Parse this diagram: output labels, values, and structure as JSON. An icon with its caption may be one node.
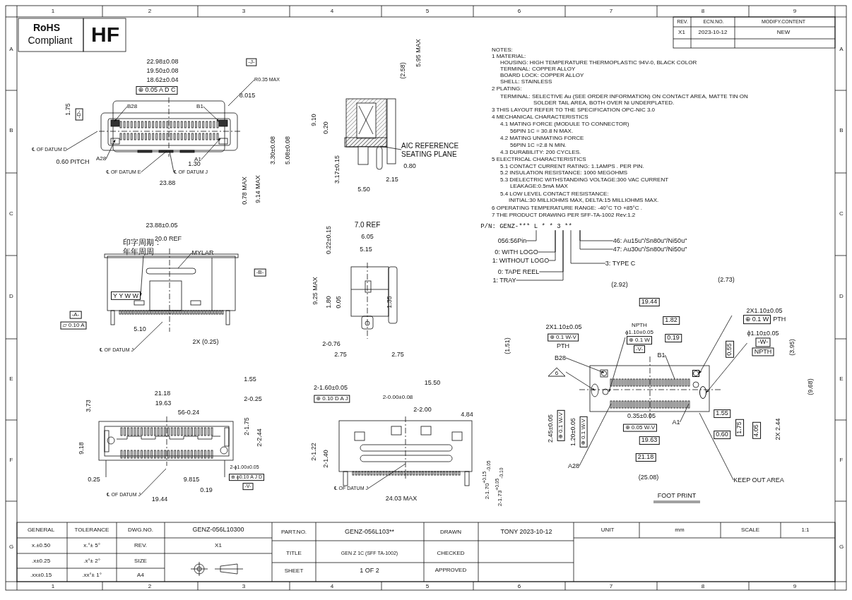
{
  "diagram": {
    "nodes": [
      {
        "text": [
          "R0.35 MAX"
        ]
      },
      {
        "text": [
          "B28"
        ]
      },
      {
        "text": [
          "B1"
        ]
      },
      {
        "text": [
          "℄ OF DATUM D"
        ]
      },
      {
        "text": [
          "A28"
        ]
      },
      {
        "text": [
          "A1"
        ]
      },
      {
        "text": [
          "℄ OF DATUM E"
        ]
      },
      {
        "text": [
          "℄ OF DATUM J"
        ]
      },
      {
        "text": [
          "AIC REFERENCE SEATING PLANE"
        ]
      },
      {
        "text": [
          "印字周期：年年周周"
        ]
      },
      {
        "text": [
          "MYLAR"
        ]
      },
      {
        "text": [
          "℄ OF DATUM J"
        ]
      },
      {
        "text": [
          "℄ OF DATUM J"
        ]
      },
      {
        "text": [
          "℄ OF DATUM J"
        ]
      },
      {
        "text": [
          "P/N: GENZ-*** L * * 3 **"
        ]
      },
      {
        "text": [
          "056:56Pin"
        ]
      },
      {
        "text": [
          "0: WITH LOGO"
        ]
      },
      {
        "text": [
          "1: WITHOUT LOGO"
        ]
      },
      {
        "text": [
          "0: TAPE REEL"
        ]
      },
      {
        "text": [
          "1: TRAY"
        ]
      },
      {
        "text": [
          "46: Au15u\"/Sn80u\"/Ni50u\""
        ]
      },
      {
        "text": [
          "47: Au30u\"/Sn80u\"/Ni50u\""
        ]
      },
      {
        "text": [
          "3: TYPE C"
        ]
      },
      {
        "text": [
          "2X1.10±0.05",
          "⊕ 0.1 W",
          "PTH"
        ]
      },
      {
        "text": [
          "ϕ1.10±0.05",
          "-W-",
          "NPTH"
        ]
      },
      {
        "text": [
          "NPTH",
          "ϕ1.10±0.05",
          "⊕ 0.1 W",
          "-V-"
        ]
      },
      {
        "text": [
          "B28"
        ]
      },
      {
        "text": [
          "B1"
        ]
      },
      {
        "text": [
          "6"
        ]
      },
      {
        "text": [
          "A28"
        ]
      },
      {
        "text": [
          "A1"
        ]
      },
      {
        "text": [
          "KEEP OUT AREA"
        ]
      },
      {
        "text": [
          "Y Y W W"
        ]
      },
      {
        "text": [],
        "shape": "box"
      },
      {
        "text": [],
        "shape": "circle"
      }
    ],
    "edges": [
      {
        "from": 0,
        "to": null,
        "arrow": "none"
      },
      {
        "from": 1,
        "to": null,
        "arrow": "to"
      },
      {
        "from": 2,
        "to": null,
        "arrow": "to"
      },
      {
        "from": 3,
        "to": null,
        "arrow": "none"
      },
      {
        "from": 4,
        "to": null,
        "arrow": "to"
      },
      {
        "from": 5,
        "to": null,
        "arrow": "to"
      },
      {
        "from": 6,
        "to": null,
        "arrow": "none"
      },
      {
        "from": 7,
        "to": null,
        "arrow": "none"
      },
      {
        "from": 8,
        "to": null,
        "arrow": "none"
      },
      {
        "from": 9,
        "to": 32,
        "arrow": "to"
      },
      {
        "from": 10,
        "to": null,
        "arrow": "none"
      },
      {
        "from": 11,
        "to": null,
        "arrow": "none"
      },
      {
        "from": 12,
        "to": null,
        "arrow": "none"
      },
      {
        "from": 13,
        "to": null,
        "arrow": "none"
      },
      {
        "from": 15,
        "to": 14,
        "arrow": "none"
      },
      {
        "from": 16,
        "to": 14,
        "arrow": "none"
      },
      {
        "from": 17,
        "to": 14,
        "arrow": "none"
      },
      {
        "from": 18,
        "to": 14,
        "arrow": "none"
      },
      {
        "from": 19,
        "to": 14,
        "arrow": "none"
      },
      {
        "from": 20,
        "to": 14,
        "arrow": "none"
      },
      {
        "from": 21,
        "to": 14,
        "arrow": "none"
      },
      {
        "from": 22,
        "to": 14,
        "arrow": "none"
      },
      {
        "from": 23,
        "to": 33,
        "arrow": "to"
      },
      {
        "from": 24,
        "to": 34,
        "arrow": "to"
      },
      {
        "from": 25,
        "to": null,
        "arrow": "to"
      },
      {
        "from": 26,
        "to": null,
        "arrow": "to"
      },
      {
        "from": 27,
        "to": null,
        "arrow": "none"
      },
      {
        "from": 28,
        "to": null,
        "arrow": "to"
      },
      {
        "from": 29,
        "to": null,
        "arrow": "none"
      },
      {
        "from": 30,
        "to": null,
        "arrow": "none"
      },
      {
        "from": 31,
        "to": null,
        "arrow": "none"
      }
    ],
    "labels": [
      "REV.",
      "ECN.NO.",
      "MODIFY.CONTENT",
      "X1",
      "2023-10-12",
      "NEW",
      "RoHS",
      "Compliant",
      "HF",
      "1",
      "2",
      "3",
      "4",
      "5",
      "6",
      "7",
      "8",
      "9",
      "A",
      "A",
      "B",
      "B",
      "C",
      "C",
      "D",
      "D",
      "E",
      "E",
      "F",
      "F",
      "G",
      "G",
      "1",
      "2",
      "3",
      "4",
      "5",
      "6",
      "7",
      "8",
      "9",
      "22.98±0.08",
      "19.50±0.08",
      "18.62±0.04",
      "⊕ 0.05 A D C",
      "8.015",
      "1.75",
      "-D-",
      "0.60 PITCH",
      "1.30",
      "23.88",
      "0.78 MAX",
      "9.14 MAX",
      "3.30±0.08",
      "5.08±0.08",
      "-J-",
      "9.10",
      "0.20",
      "3.17±0.15",
      "(2.58)",
      "5.95 MAX",
      "0.80",
      "2.15",
      "5.50",
      "23.88±0.05",
      "20.0 REF",
      "-B-",
      "-A-",
      "▱ 0.10 A",
      "5.10",
      "2X (0.25)",
      "0.22±0.15",
      "7.0 REF",
      "6.05",
      "5.15",
      "9.25 MAX",
      "1.80",
      "0.05",
      "1.35",
      "2-0.76",
      "2.75",
      "2.75",
      "1.55",
      "21.18",
      "19.63",
      "2-0.25",
      "56-0.24",
      "3.73",
      "2-1.75",
      "2-2.44",
      "9.18",
      "2-ϕ1.00±0.05",
      "⊕ ϕ0.10 A J D",
      "-V-",
      "0.25",
      "9.815",
      "0.19",
      "19.44",
      "2-1.60±0.05",
      "⊕ 0.10 D A J",
      "15.50",
      "2-0.00±0.08",
      "2-2.00",
      "4.84",
      "2-1.22",
      "2-1.40",
      "24.03 MAX",
      "2-1.70$^{+0.15}$$_{-0.05}$",
      "2-1.73$^{+0.05}$$_{-0.10}$",
      "(2.92)",
      "(2.73)",
      "19.44",
      "1.82",
      "2X1.10±0.05",
      "⊕ 0.1 W-V",
      "PTH",
      "0.19",
      "(1.51)",
      "0.55",
      "(3.95)",
      "(9.68)",
      "2.45±0.05",
      "⊕ 0.1 W-V",
      "1.20±0.05",
      "⊕ 0.1 W-V",
      "0.35±0.05",
      "⊕ 0.05 W-V",
      "1.55",
      "0.60",
      "1.75",
      "4.05",
      "2X 2.44",
      "19.63",
      "21.18",
      "(25.08)",
      "FOOT PRINT",
      "NOTES:",
      "1 MATERIAL:",
      "HOUSING: HIGH TEMPERATURE THERMOPLASTIC 94V-0, BLACK COLOR",
      "TERMINAL: COPPER ALLOY",
      "BOARD LOCK: COPPER ALLOY",
      "SHELL: STAINLESS",
      "2 PLATING:",
      "TERMINAL: SELECTIVE Au (SEE ORDER INFORMATION) ON CONTACT AREA, MATTE TIN ON SOLDER TAIL AREA, BOTH OVER Ni UNDERPLATED.",
      "3 THIS LAYOUT REFER TO THE SPECIFICATION OPC-NIC 3.0",
      "4 MECHANICAL CHARACTERISTICS",
      "4.1 MATING FORCE (MODULE TO CONNECTOR)",
      "56PIN 1C = 30.8 N MAX.",
      "4.2 MATING UNMATING FORCE",
      "56PIN 1C =2.8 N MIN.",
      "4.3 DURABILITY: 200 CYCLES.",
      "5 ELECTRICAL CHARACTERISTICS",
      "5.1 CONTACT CURRENT RATING: 1.1AMPS . PER PIN.",
      "5.2 INSULATION RESISTANCE: 1000 MEGOHMS",
      "5.3 DIELECTRIC WITHSTANDING VOLTAGE:300 VAC CURRENT LEAKAGE:0.5mA MAX",
      "5.4 LOW LEVEL CONTACT RESISTANCE:",
      "INITIAL:30 MILLIOHMS MAX, DELTA:15 MILLIOHMS MAX.",
      "6 OPERATING TEMPERATURE RANGE: -40°C TO +85°C .",
      "7 THE PRODUCT DRAWING PER SFF-TA-1002 Rev:1.2",
      "GENERAL",
      "TOLERANCE",
      "DWG.NO.",
      "GENZ-056L10300",
      "PART.NO.",
      "GENZ-056L103**",
      "DRAWN",
      "TONY 2023-10-12",
      "UNIT",
      "mm",
      "SCALE",
      "1:1",
      "x.±0.50",
      "x.°± 5°",
      "REV.",
      "X1",
      "TITLE",
      "GEN Z 1C (SFF TA-1002)",
      "CHECKED",
      ".x±0.25",
      ".x°± 2°",
      "SIZE",
      "SHEET",
      "1 OF 2",
      "APPROVED",
      ".xx±0.15",
      ".xx°± 1°",
      "A4"
    ]
  }
}
